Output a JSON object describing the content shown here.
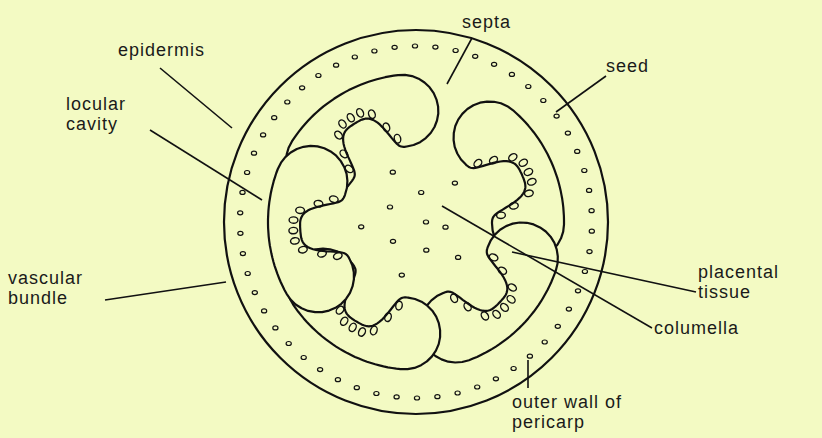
{
  "diagram": {
    "labels": [
      "septa",
      "epidermis",
      "seed",
      "locular cavity",
      "vascular bundle",
      "placental tissue",
      "columella",
      "outer wall of pericarp"
    ]
  }
}
